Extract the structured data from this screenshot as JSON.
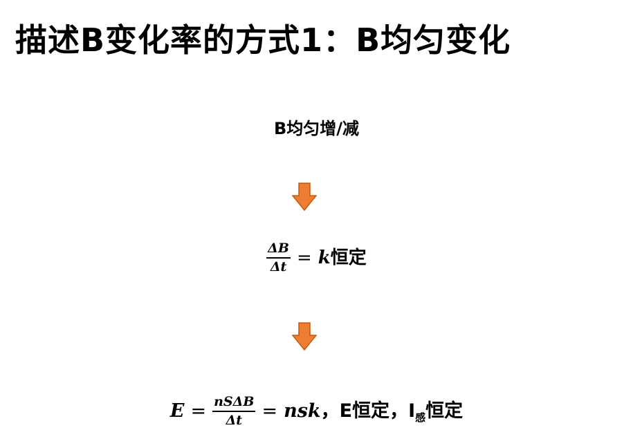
{
  "title": "描述B变化率的方式1：B均匀变化",
  "step1": "B均匀增/减",
  "step2": {
    "numerator": "ΔB",
    "denominator": "Δt",
    "equals": "=",
    "rhs_var": "k",
    "rhs_text": "恒定"
  },
  "step3": {
    "lhs": "E",
    "equals1": "=",
    "numerator": "nSΔB",
    "denominator": "Δt",
    "equals2": "=",
    "rhs": "nsk",
    "comma1": "，",
    "e_text": "E恒定",
    "comma2": "，",
    "i_text": "I",
    "i_sub": "感",
    "i_rest": "恒定"
  },
  "colors": {
    "arrow_fill": "#ED7D31",
    "arrow_stroke": "#C55A11"
  },
  "icons": {
    "arrow": "down-arrow-icon"
  }
}
